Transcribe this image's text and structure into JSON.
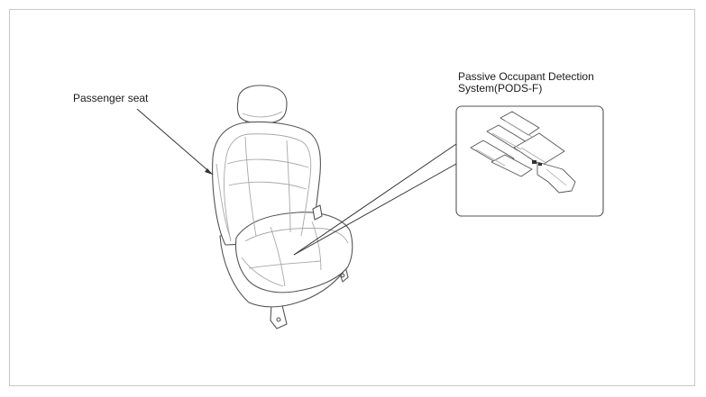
{
  "labels": {
    "passenger_seat": "Passenger seat",
    "pods_line1": "Passive Occupant Detection",
    "pods_line2": "System(PODS-F)"
  },
  "colors": {
    "line": "#333333",
    "outline": "#555555",
    "detail": "#a8a8a8",
    "frame_border": "#c8c8c8"
  }
}
